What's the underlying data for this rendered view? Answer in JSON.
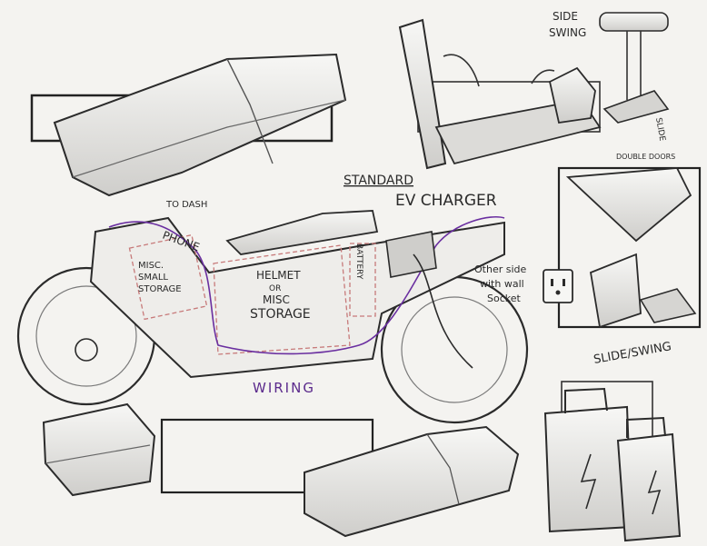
{
  "labels": {
    "side_swing": [
      "SIDE",
      "SWING"
    ],
    "slide": "SLIDE",
    "double_doors": "DOUBLE DOORS",
    "standard": "STANDARD",
    "ev_charger": "EV CHARGER",
    "to_dash": "TO DASH",
    "phone": "PHONE",
    "misc_small_storage": [
      "MISC.",
      "SMALL",
      "STORAGE"
    ],
    "helmet_storage": [
      "HELMET",
      "OR",
      "MISC",
      "STORAGE"
    ],
    "battery": "BATTERY",
    "socket_note": [
      "Other side",
      "with wall",
      "Socket"
    ],
    "wiring": "WIRING",
    "slide_swing": "SLIDE/SWING"
  },
  "colors": {
    "pencil": "#2b2b2b",
    "pencil_light": "#8a8a8a",
    "shade": "#d9d8d4",
    "wiring": "#6a2fa0",
    "storage_dash": "#c77a7a"
  }
}
